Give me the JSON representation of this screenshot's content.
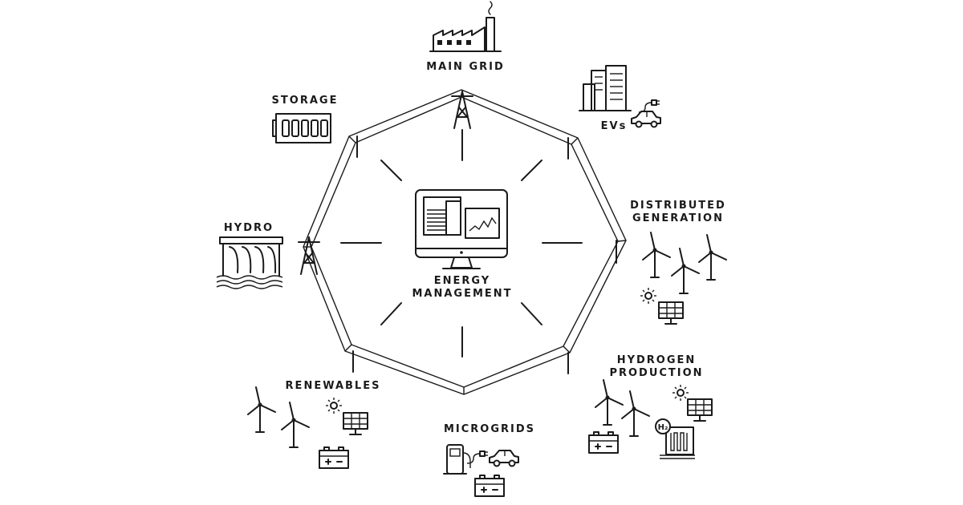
{
  "center": {
    "line1": "ENERGY",
    "line2": "MANAGEMENT"
  },
  "nodes": {
    "main_grid": "MAIN GRID",
    "evs": "EVs",
    "distributed_line1": "DISTRIBUTED",
    "distributed_line2": "GENERATION",
    "hydrogen_line1": "HYDROGEN",
    "hydrogen_line2": "PRODUCTION",
    "microgrids": "MICROGRIDS",
    "renewables": "RENEWABLES",
    "hydro": "HYDRO",
    "storage": "STORAGE"
  },
  "icons": {
    "hydrogen_symbol": "H₂"
  }
}
